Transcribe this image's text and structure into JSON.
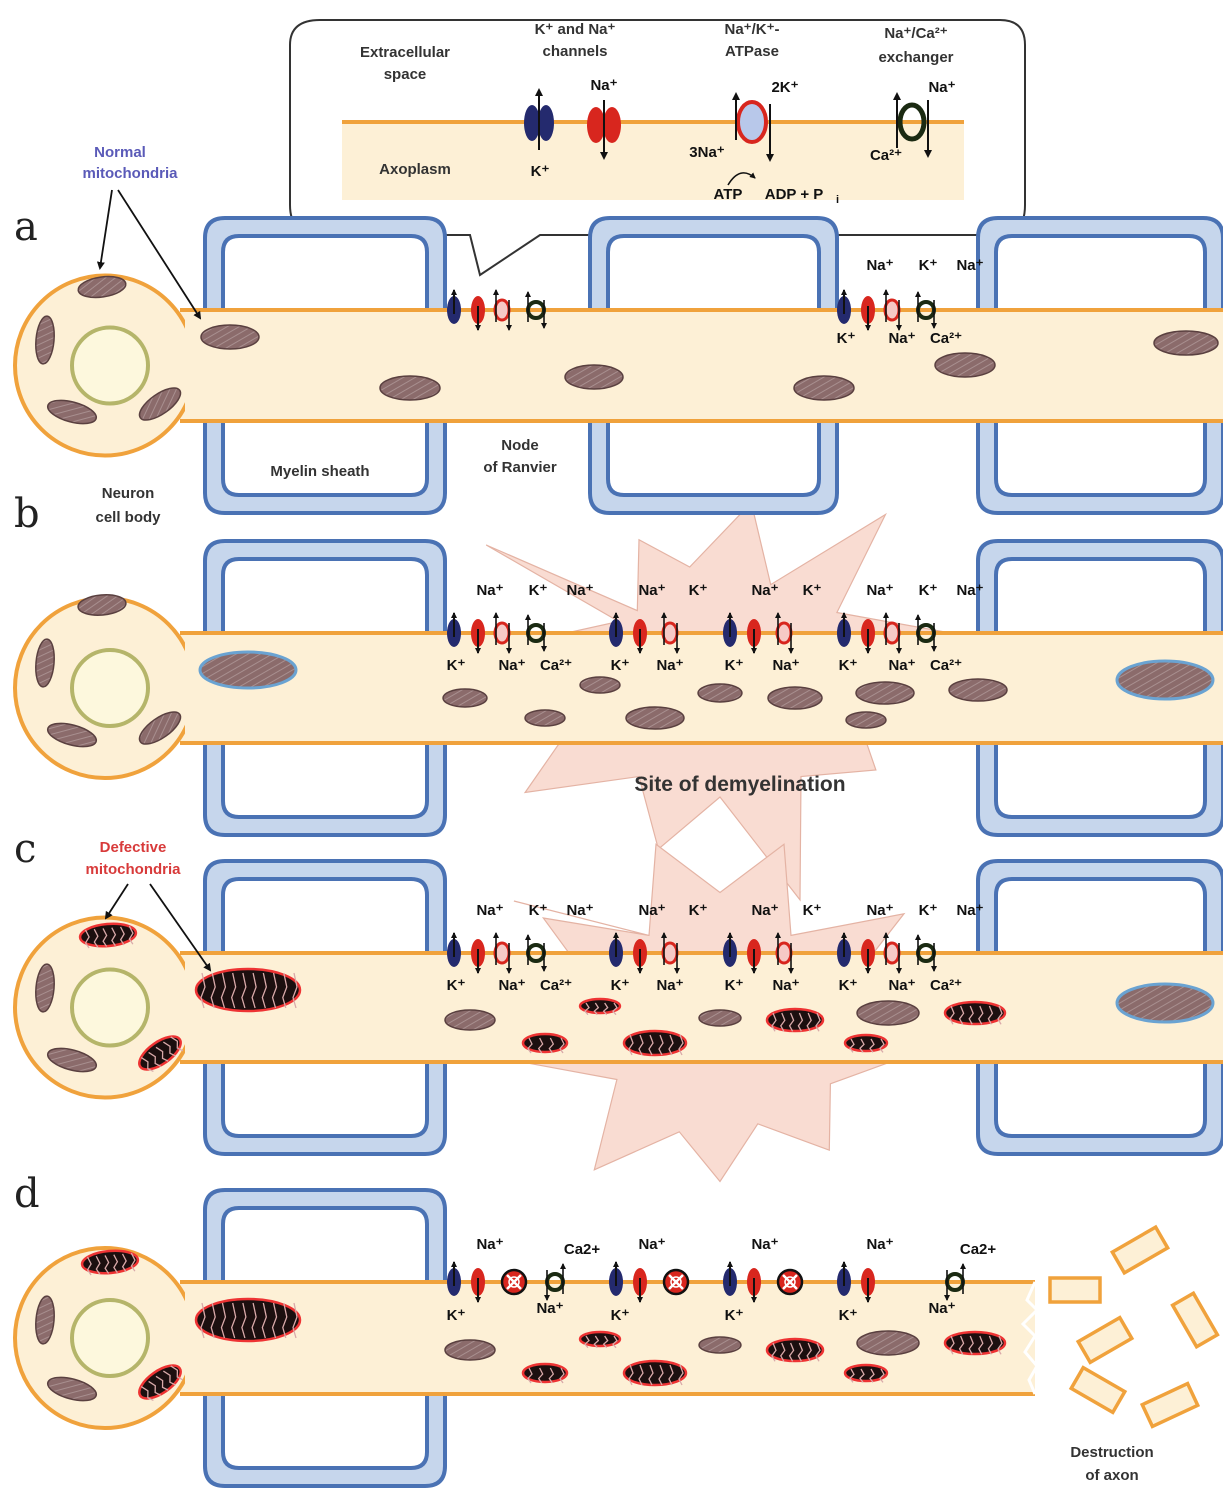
{
  "panels": {
    "a": {
      "letter": "a"
    },
    "b": {
      "letter": "b"
    },
    "c": {
      "letter": "c"
    },
    "d": {
      "letter": "d"
    }
  },
  "callout": {
    "extracellular": [
      "Extracellular",
      "space"
    ],
    "axoplasm": "Axoplasm",
    "channels_title": [
      "K⁺ and Na⁺",
      "channels"
    ],
    "atpase_title": [
      "Na⁺/K⁺-",
      "ATPase"
    ],
    "exchanger_title": [
      "Na⁺/Ca²⁺",
      "exchanger"
    ],
    "na": "Na⁺",
    "k": "K⁺",
    "two_k": "2K⁺",
    "three_na": "3Na⁺",
    "ca": "Ca²⁺",
    "atp": "ATP",
    "adp": "ADP + P",
    "adp_sub": "i"
  },
  "labels": {
    "normal_mito": [
      "Normal",
      "mitochondria"
    ],
    "defective_mito": [
      "Defective",
      "mitochondria"
    ],
    "neuron_body": [
      "Neuron",
      "cell body"
    ],
    "myelin": "Myelin sheath",
    "node": [
      "Node",
      "of Ranvier"
    ],
    "demyelination": "Site of demyelination",
    "destruction": [
      "Destruction",
      "of axon"
    ]
  },
  "ions": {
    "na": "Na⁺",
    "k": "K⁺",
    "ca": "Ca²⁺",
    "ca_plain": "Ca2+"
  },
  "colors": {
    "axoplasm": "#fdf0d6",
    "membrane": "#f0a23c",
    "myelin_fill": "#c6d6ec",
    "myelin_stroke": "#4a72b4",
    "k_channel": "#242a6e",
    "na_channel": "#d8261e",
    "mito_normal": "#8a6a6a",
    "mito_defect": "#1c0f0f",
    "demyelination": "#f9dcd2",
    "normal_label": "#5a5ab8",
    "defective_label": "#d83a3a"
  }
}
